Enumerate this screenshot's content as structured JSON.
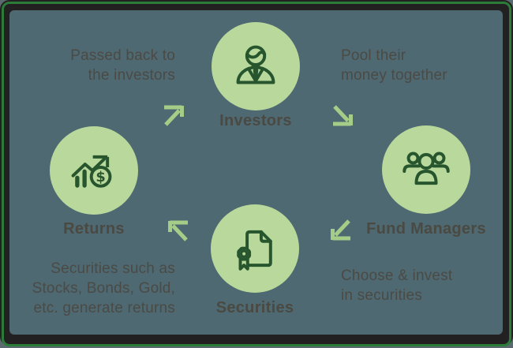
{
  "diagram": {
    "type": "cycle",
    "subject": "mutual-fund money flow",
    "nodes": {
      "investors": {
        "label": "Investors",
        "icon": "businessperson-icon"
      },
      "fund_managers": {
        "label": "Fund Managers",
        "icon": "people-group-icon"
      },
      "securities": {
        "label": "Securities",
        "icon": "certificate-document-icon"
      },
      "returns": {
        "label": "Returns",
        "icon": "growth-chart-dollar-icon"
      }
    },
    "captions": {
      "pool": {
        "lines": [
          "Pool their",
          "money together"
        ]
      },
      "choose": {
        "lines": [
          "Choose & invest",
          "in securities"
        ]
      },
      "generate": {
        "lines": [
          "Securities such as",
          "Stocks, Bonds, Gold,",
          "etc. generate returns"
        ]
      },
      "passed_back": {
        "lines": [
          "Passed back to",
          "the investors"
        ]
      }
    },
    "arrows": [
      {
        "name": "arrow-down-right-icon",
        "from": "investors",
        "to": "fund_managers"
      },
      {
        "name": "arrow-down-left-icon",
        "from": "fund_managers",
        "to": "securities"
      },
      {
        "name": "arrow-up-left-icon",
        "from": "securities",
        "to": "returns"
      },
      {
        "name": "arrow-up-right-icon",
        "from": "returns",
        "to": "investors"
      }
    ],
    "colors": {
      "frame_black": "#232021",
      "pinstripe_green": "#2b7c39",
      "panel_background": "#4e6972",
      "circle_green": "#b9d89b",
      "arrow_green": "#a6cd88",
      "icon_stroke_green": "#27552e",
      "text_gray": "#4a4942"
    }
  }
}
